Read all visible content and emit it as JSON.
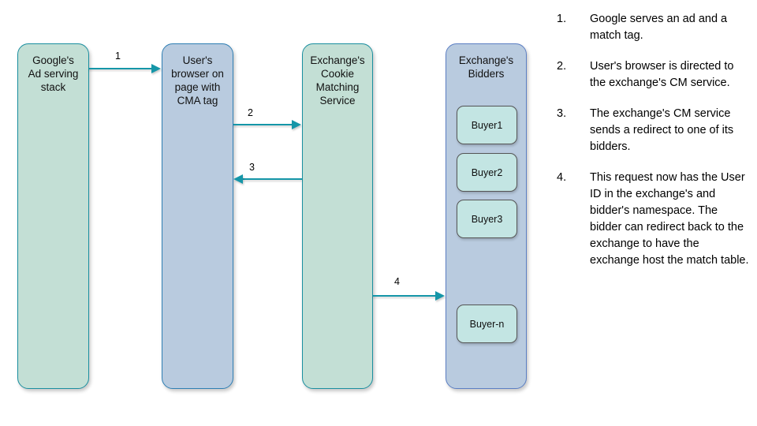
{
  "diagram": {
    "boxes": [
      {
        "id": "google",
        "label": "Google's\nAd serving\nstack",
        "fill": "#c3dfd5",
        "border": "#1a8fa0"
      },
      {
        "id": "browser",
        "label": "User's\nbrowser on\npage with\nCMA tag",
        "fill": "#b9cbdf",
        "border": "#2f7fb4"
      },
      {
        "id": "cms",
        "label": "Exchange's\nCookie\nMatching\nService",
        "fill": "#c3dfd5",
        "border": "#1a8fa0"
      },
      {
        "id": "bidders",
        "label": "Exchange's\nBidders",
        "fill": "#b9cbdf",
        "border": "#5c7fc4"
      }
    ],
    "buyers": [
      {
        "label": "Buyer1"
      },
      {
        "label": "Buyer2"
      },
      {
        "label": "Buyer3"
      },
      {
        "label": "Buyer-n"
      }
    ],
    "arrows": [
      {
        "number": "1",
        "from": "google",
        "to": "browser",
        "direction": "right"
      },
      {
        "number": "2",
        "from": "browser",
        "to": "cms",
        "direction": "right"
      },
      {
        "number": "3",
        "from": "cms",
        "to": "browser",
        "direction": "left"
      },
      {
        "number": "4",
        "from": "cms",
        "to": "bidders",
        "direction": "right"
      }
    ],
    "arrow_color": "#1596a8",
    "buyer_fill": "#c3e5e3",
    "buyer_border": "#555555"
  },
  "legend": {
    "items": [
      {
        "number": "1.",
        "text": "Google serves an ad and a match tag."
      },
      {
        "number": "2.",
        "text": "User's browser is directed to the exchange's CM service."
      },
      {
        "number": "3.",
        "text": "The exchange's CM service sends a redirect to one of its bidders."
      },
      {
        "number": "4.",
        "text": "This request now has the User ID in the exchange's and bidder's namespace. The bidder can redirect back to the exchange to have the exchange host the match table."
      }
    ]
  }
}
